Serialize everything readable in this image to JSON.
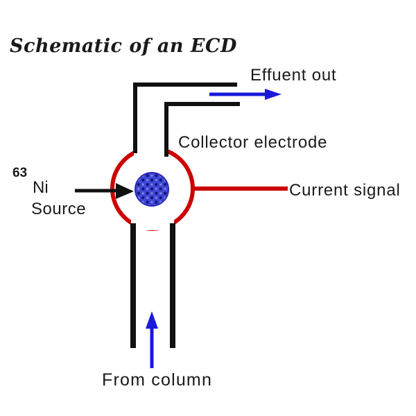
{
  "title": "Schematic of an ECD",
  "labels": {
    "effluent_out": "Effuent out",
    "collector_electrode": "Collector electrode",
    "current_signal": "Current signal",
    "source_isotope": "63",
    "source_element": "Ni",
    "source_word": "Source",
    "from_column": "From column"
  },
  "colors": {
    "detector_body": "#cc0000",
    "flow_arrow": "#1a1ad9",
    "tube": "#111111",
    "text": "#1a1a1a",
    "source_fill": "#3f48d4",
    "background": "#ffffff"
  },
  "diagram": {
    "type": "schematic",
    "subject": "Electron Capture Detector (ECD)",
    "components": [
      {
        "name": "effluent-outlet-tube",
        "label": "Effuent out",
        "flow_direction": "right"
      },
      {
        "name": "collector-electrode",
        "label": "Collector electrode"
      },
      {
        "name": "detector-body-ring",
        "label": "Current signal",
        "signal_direction": "right"
      },
      {
        "name": "radioactive-source",
        "label": "63 Ni Source"
      },
      {
        "name": "column-inlet-tube",
        "label": "From column",
        "flow_direction": "up"
      }
    ]
  }
}
